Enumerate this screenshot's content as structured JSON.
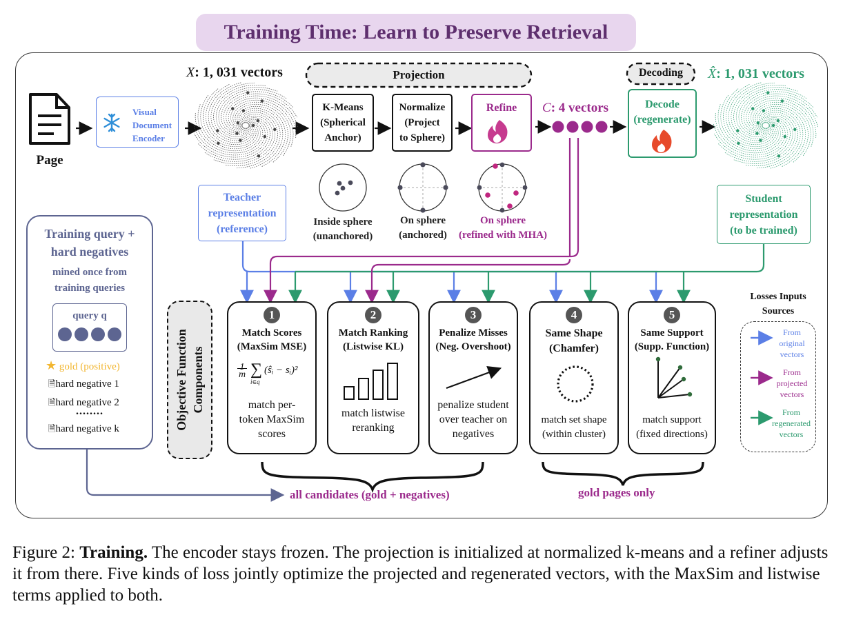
{
  "title": "Training Time: Learn to Preserve Retrieval",
  "page": {
    "label": "Page",
    "icon": "document-icon"
  },
  "encoder": {
    "lines": [
      "Visual",
      "Document",
      "Encoder"
    ],
    "icon": "snowflake-icon"
  },
  "x_vectors": {
    "symbol": "X",
    "text": ": 1, 031 vectors"
  },
  "projection_label": "Projection",
  "kmeans": {
    "lines": [
      "K-Means",
      "(Spherical",
      "Anchor)"
    ]
  },
  "normalize": {
    "lines": [
      "Normalize",
      "(Project",
      "to Sphere)"
    ]
  },
  "refine": {
    "label": "Refine",
    "icon": "flame-icon"
  },
  "c_vectors": {
    "symbol": "C",
    "text": ": 4 vectors"
  },
  "decoding_label": "Decoding",
  "decode": {
    "lines": [
      "Decode",
      "(regenerate)"
    ],
    "icon": "flame-icon"
  },
  "xhat_vectors": {
    "symbol": "X̂",
    "text": ": 1, 031 vectors"
  },
  "sphere_inside": {
    "lines": [
      "Inside sphere",
      "(unanchored)"
    ]
  },
  "sphere_anchored": {
    "lines": [
      "On sphere",
      "(anchored)"
    ]
  },
  "sphere_refined": {
    "lines": [
      "On sphere",
      "(refined with MHA)"
    ]
  },
  "teacher": {
    "lines": [
      "Teacher",
      "representation",
      "(reference)"
    ]
  },
  "student": {
    "lines": [
      "Student",
      "representation",
      "(to be trained)"
    ]
  },
  "query_panel": {
    "title_lines": [
      "Training query +",
      "hard negatives"
    ],
    "sub_lines": [
      "mined once from",
      "training queries"
    ],
    "query_label": "query q",
    "gold": "gold (positive)",
    "negatives": [
      "hard negative 1",
      "hard negative 2",
      "hard negative k"
    ],
    "ellipsis": "........"
  },
  "objective": {
    "lines": [
      "Objective Function",
      "Components"
    ]
  },
  "components": [
    {
      "num": "1",
      "title_lines": [
        "Match Scores",
        "(MaxSim MSE)"
      ],
      "desc_lines": [
        "match per-",
        "token MaxSim",
        "scores"
      ],
      "icon": "formula-icon"
    },
    {
      "num": "2",
      "title_lines": [
        "Match Ranking",
        "(Listwise KL)"
      ],
      "desc_lines": [
        "match listwise",
        "reranking"
      ],
      "icon": "bar-ranking-icon"
    },
    {
      "num": "3",
      "title_lines": [
        "Penalize Misses",
        "(Neg. Overshoot)"
      ],
      "desc_lines": [
        "penalize student",
        "over teacher on",
        "negatives"
      ],
      "icon": "overshoot-arrow-icon"
    },
    {
      "num": "4",
      "title_lines": [
        "Same Shape",
        "(Chamfer)"
      ],
      "desc_lines": [
        "match set shape",
        "(within cluster)"
      ],
      "icon": "dotted-circle-icon"
    },
    {
      "num": "5",
      "title_lines": [
        "Same Support",
        "(Supp. Function)"
      ],
      "desc_lines": [
        "match support",
        "(fixed directions)"
      ],
      "icon": "support-rays-icon"
    }
  ],
  "formula": {
    "frac_num": "1",
    "frac_den": "m",
    "sub": "i∈q",
    "body": "(ŝᵢ − sᵢ)²"
  },
  "brace_all": "all candidates (gold + negatives)",
  "brace_gold": "gold pages only",
  "legend": {
    "title_lines": [
      "Losses Inputs",
      "Sources"
    ],
    "items": [
      {
        "lines": [
          "From",
          "original",
          "vectors"
        ],
        "color": "#5b7fe6"
      },
      {
        "lines": [
          "From",
          "projected",
          "vectors"
        ],
        "color": "#9b2a8c"
      },
      {
        "lines": [
          "From",
          "regenerated",
          "vectors"
        ],
        "color": "#2c9a6e"
      }
    ]
  },
  "colors": {
    "blue": "#5b7fe6",
    "purple": "#9b2a8c",
    "green": "#2c9a6e",
    "slate": "#5d6591",
    "gold": "#f2b630"
  },
  "caption": {
    "prefix": "Figure 2: ",
    "bold": "Training.",
    "text": " The encoder stays frozen. The projection is initialized at normalized k-means and a refiner adjusts it from there. Five kinds of loss jointly optimize the projected and regenerated vectors, with the MaxSim and listwise terms applied to both."
  }
}
